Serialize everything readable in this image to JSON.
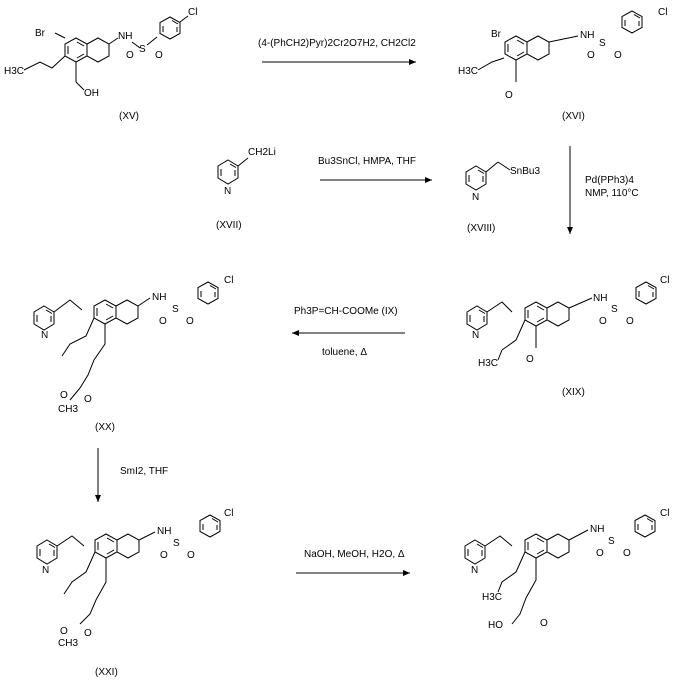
{
  "compounds": {
    "xv": "(XV)",
    "xvi": "(XVI)",
    "xvii": "(XVII)",
    "xviii": "(XVIII)",
    "xix": "(XIX)",
    "xx": "(XX)",
    "xxi": "(XXI)"
  },
  "atoms": {
    "br": "Br",
    "nh": "NH",
    "n": "N",
    "s": "S",
    "o": "O",
    "cl": "Cl",
    "oh": "OH",
    "h3c": "H3C",
    "ho": "HO",
    "ch3": "CH3",
    "ch2li": "CH2Li",
    "snbu3": "SnBu3"
  },
  "conditions": {
    "step1": "(4-(PhCH2)Pyr)2Cr2O7H2, CH2Cl2",
    "step2": "Bu3SnCl, HMPA, THF",
    "step3_line1": "Pd(PPh3)4",
    "step3_line2": "NMP, 110°C",
    "step4_line1": "Ph3P=CH-COOMe (IX)",
    "step4_line2": "toluene, Δ",
    "step5": "SmI2, THF",
    "step6": "NaOH, MeOH, H2O, Δ"
  }
}
